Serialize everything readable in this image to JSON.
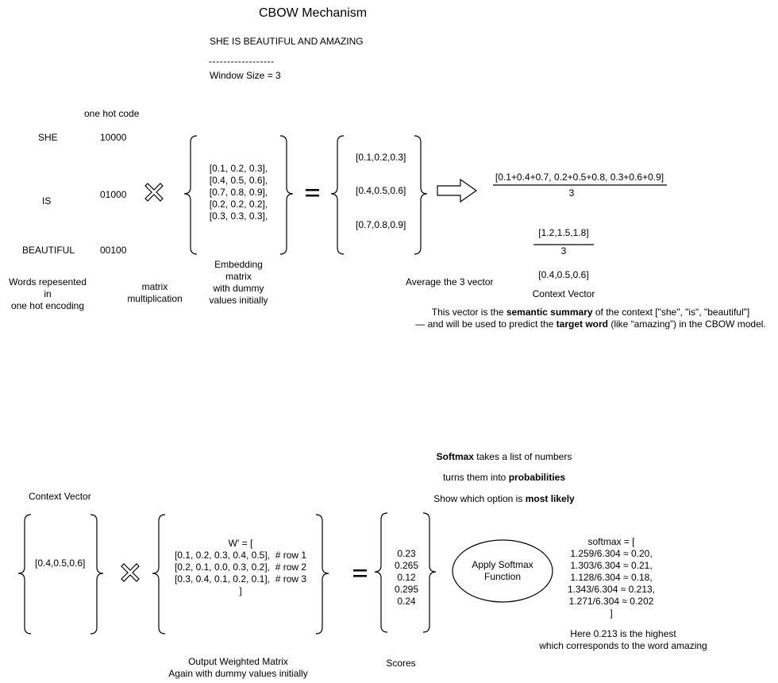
{
  "title": "CBOW Mechanism",
  "sentence": "SHE IS BEAUTIFUL AND AMAZING",
  "dashes": "------------------",
  "window_size": "Window Size = 3",
  "one_hot_header": "one hot code",
  "words": [
    {
      "word": "SHE",
      "code": "10000"
    },
    {
      "word": "IS",
      "code": "01000"
    },
    {
      "word": "BEAUTIFUL",
      "code": "00100"
    }
  ],
  "words_caption": "Words repesented\nin\none hot encoding",
  "matrix_mult_label": "matrix\nmultiplication",
  "embedding_rows": "[0.1, 0.2, 0.3],\n[0.4, 0.5, 0.6],\n[0.7, 0.8, 0.9],\n[0.2, 0.2, 0.2],\n[0.3, 0.3, 0.3],",
  "embedding_caption": "Embedding\nmatrix\nwith dummy\nvalues initially",
  "result_vectors": [
    "[0.1,0.2,0.3]",
    "[0.4,0.5,0.6]",
    "[0.7,0.8,0.9]"
  ],
  "average_caption": "Average the 3 vector",
  "fraction1_num": "[0.1+0.4+0.7, 0.2+0.5+0.8, 0.3+0.6+0.9]",
  "fraction1_den": "3",
  "fraction2_num": "[1.2,1.5,1.8]",
  "fraction2_den": "3",
  "context_result": "[0.4,0.5,0.6]",
  "context_vector_label": "Context Vector",
  "summary": {
    "l1_a": "This vector is the ",
    "l1_b": "semantic summary",
    "l1_c": " of the context [\"she\", \"is\", \"beautiful\"]",
    "l2_a": "— and will be used to predict the ",
    "l2_b": "target word",
    "l2_c": " (like “amazing”) in the CBOW model."
  },
  "softmax_notes": {
    "n1_b": "Softmax",
    "n1_c": " takes a list of numbers",
    "n2_a": "turns them into ",
    "n2_b": "probabilities",
    "n3_a": "Show which option is ",
    "n3_b": "most likely"
  },
  "context_vector_label_2": "Context Vector",
  "context_vector_value": "[0.4,0.5,0.6]",
  "w_matrix": "W' = [\n[0.1, 0.2, 0.3, 0.4, 0.5],  # row 1\n[0.2, 0.1, 0.0, 0.3, 0.2],  # row 2\n[0.3, 0.4, 0.1, 0.2, 0.1],  # row 3\n]",
  "w_caption": "Output Weighted Matrix\nAgain with dummy values initially",
  "scores": "0.23\n0.265\n0.12\n0.295\n0.24",
  "scores_caption": "Scores",
  "softmax_button": "Apply Softmax\nFunction",
  "softmax_calc": "softmax = [\n1.259/6.304 ≈ 0.20,\n1.303/6.304 ≈ 0.21,\n1.128/6.304 ≈ 0.18,\n1.343/6.304 ≈ 0.213,\n1.271/6.304 ≈ 0.202\n]",
  "conclusion": "Here 0.213 is the highest\nwhich corresponds to the word amazing",
  "icons": {
    "multiply": "multiply-cross-icon",
    "equals": "equals-icon",
    "arrow": "right-arrow-icon",
    "bracket": "curly-bracket-icon"
  }
}
